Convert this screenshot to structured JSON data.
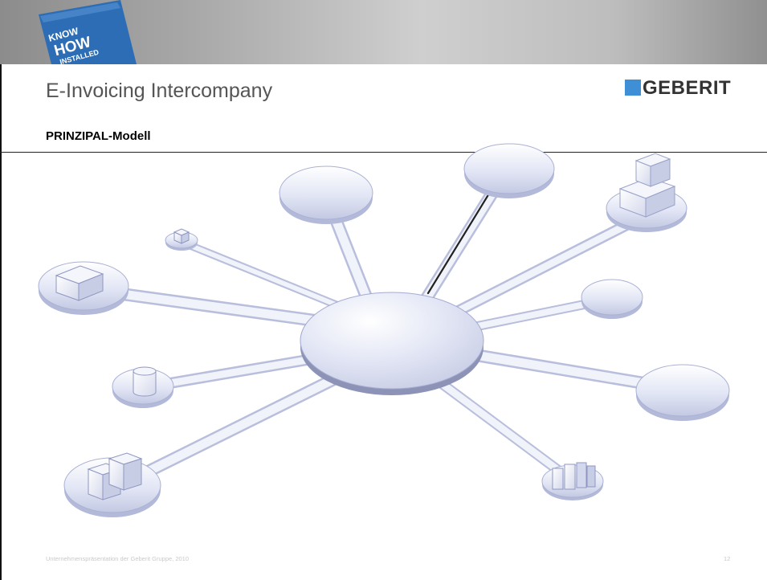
{
  "slide": {
    "badge": {
      "line1": "KNOW",
      "line2": "HOW",
      "line3": "INSTALLED"
    },
    "title": "E-Invoicing Intercompany",
    "subtitle": "PRINZIPAL-Modell",
    "logo": {
      "text": "GEBERIT",
      "accent_color": "#3e8fd6"
    },
    "footer": {
      "text": "Unternehmenspräsentation der Geberit Gruppe, 2010",
      "page_number": "12"
    }
  },
  "diagram": {
    "hub": "central-hub",
    "nodes": [
      {
        "id": "top-left-disc",
        "icon": "blank-disc"
      },
      {
        "id": "top-center-disc",
        "icon": "blank-disc"
      },
      {
        "id": "top-right-computer",
        "icon": "computer-icon"
      },
      {
        "id": "right-small-disc",
        "icon": "blank-disc"
      },
      {
        "id": "right-disc",
        "icon": "blank-disc"
      },
      {
        "id": "bottom-right-factory",
        "icon": "factory-icon"
      },
      {
        "id": "bottom-left-buildings",
        "icon": "buildings-icon"
      },
      {
        "id": "left-cylinder",
        "icon": "database-icon"
      },
      {
        "id": "left-box",
        "icon": "box-icon"
      },
      {
        "id": "small-cube",
        "icon": "cube-icon"
      }
    ]
  }
}
